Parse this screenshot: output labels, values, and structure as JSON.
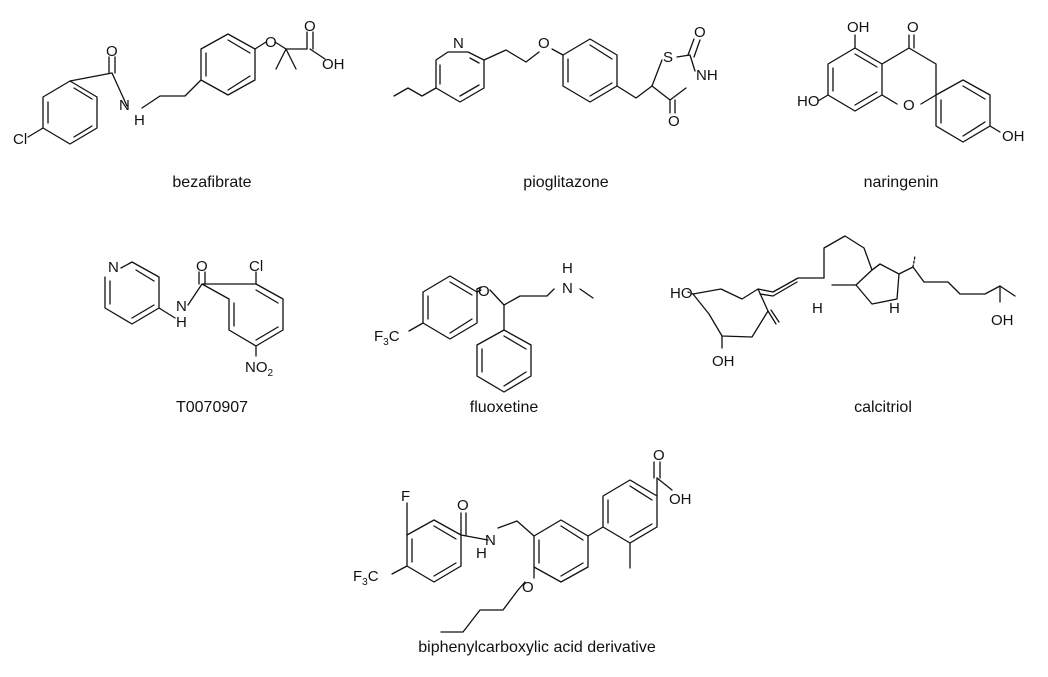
{
  "compounds": [
    {
      "name": "bezafibrate",
      "atoms": {
        "o_amide": "O",
        "nh_n": "N",
        "nh_h": "H",
        "cl": "Cl",
        "o_ether": "O",
        "o_acid": "O",
        "oh": "OH"
      }
    },
    {
      "name": "pioglitazone",
      "atoms": {
        "n_pyr": "N",
        "o_ether": "O",
        "s": "S",
        "o_top": "O",
        "nh": "NH",
        "o_bot": "O"
      }
    },
    {
      "name": "naringenin",
      "atoms": {
        "oh_top": "OH",
        "o_ket": "O",
        "ho_left": "HO",
        "o_ring": "O",
        "oh_right": "OH"
      }
    },
    {
      "name": "T0070907",
      "atoms": {
        "n_pyr": "N",
        "o_amide": "O",
        "cl": "Cl",
        "nh_n": "N",
        "nh_h": "H",
        "no2_base": "NO",
        "no2_sub": "2"
      }
    },
    {
      "name": "fluoxetine",
      "atoms": {
        "o_ether": "O",
        "h_top": "H",
        "n": "N",
        "f3c_main": "F",
        "f3c_sub": "3",
        "f3c_c": "C"
      }
    },
    {
      "name": "calcitriol",
      "atoms": {
        "ho_left": "HO",
        "oh_bottom": "OH",
        "h1": "H",
        "h2": "H",
        "oh_right": "OH"
      }
    },
    {
      "name": "biphenylcarboxylic acid derivative",
      "atoms": {
        "f": "F",
        "o_amide": "O",
        "o_acid": "O",
        "oh": "OH",
        "nh_n": "N",
        "nh_h": "H",
        "o_ether": "O",
        "f3c_main": "F",
        "f3c_sub": "3",
        "f3c_c": "C"
      }
    }
  ]
}
